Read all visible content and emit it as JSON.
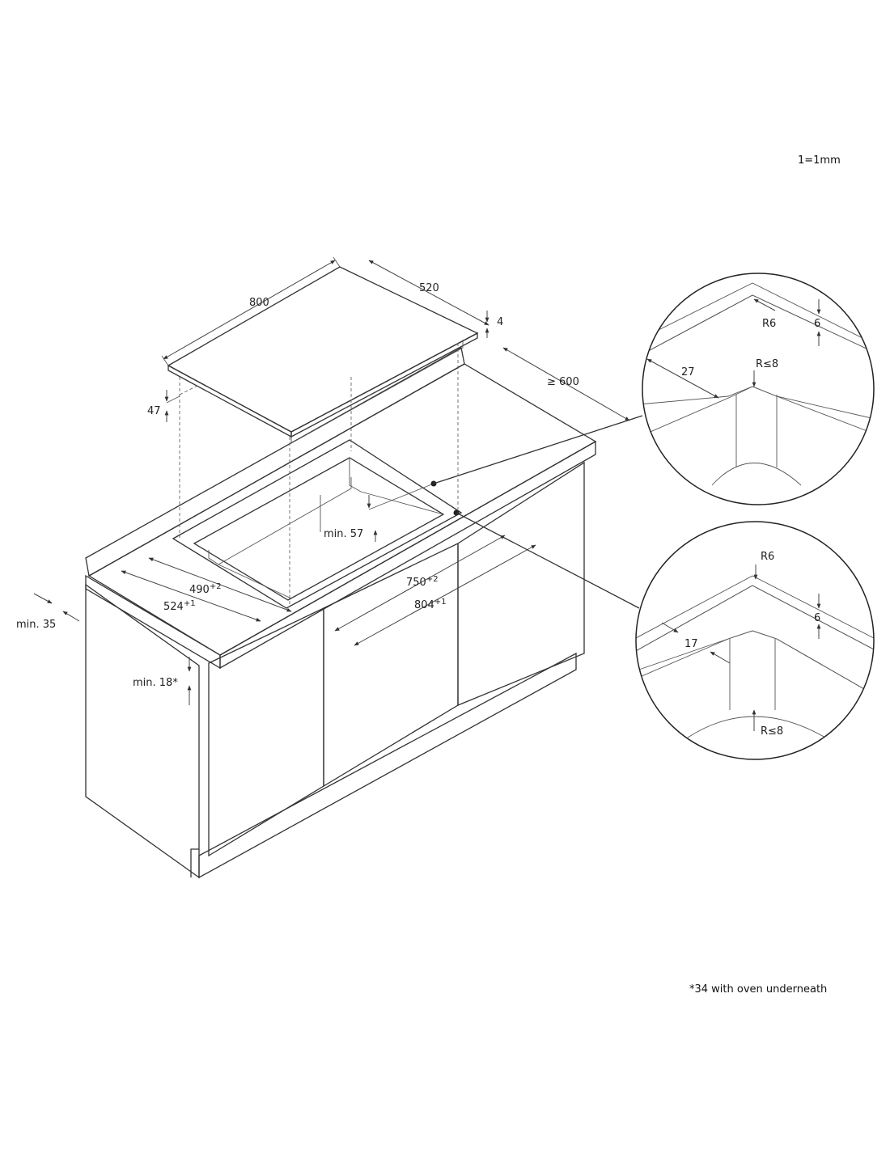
{
  "scale_note": "1=1mm",
  "footnote": "*34 with oven underneath",
  "dimensions": {
    "hob_width": "800",
    "hob_depth": "520",
    "glass_thickness": "4",
    "hob_height": "47",
    "worktop_depth": "≥ 600",
    "min_front_distance": "min. 57",
    "cutout_depth": "490",
    "cutout_depth_tol": "+2",
    "frame_depth": "524",
    "frame_depth_tol": "+1",
    "cutout_width": "750",
    "cutout_width_tol": "+2",
    "frame_width": "804",
    "frame_width_tol": "+1",
    "min_wall_distance": "min. 35",
    "min_worktop_thickness": "min. 18*"
  },
  "detail_top": {
    "radius_outer": "R6",
    "rebate_depth": "6",
    "rebate_width": "27",
    "radius_inner": "R≤8"
  },
  "detail_bottom": {
    "radius_outer": "R6",
    "rebate_depth": "6",
    "rebate_width": "17",
    "radius_inner": "R≤8"
  },
  "colors": {
    "line": "#333333",
    "worktop_top": "#f2f2f2",
    "worktop_face": "#e4e4e4",
    "cabinet": "#ffffff",
    "rebate_fill": "#d6d6d6",
    "detail_fill": "#e6e6e6",
    "detail_edge": "#cfcfcf"
  }
}
